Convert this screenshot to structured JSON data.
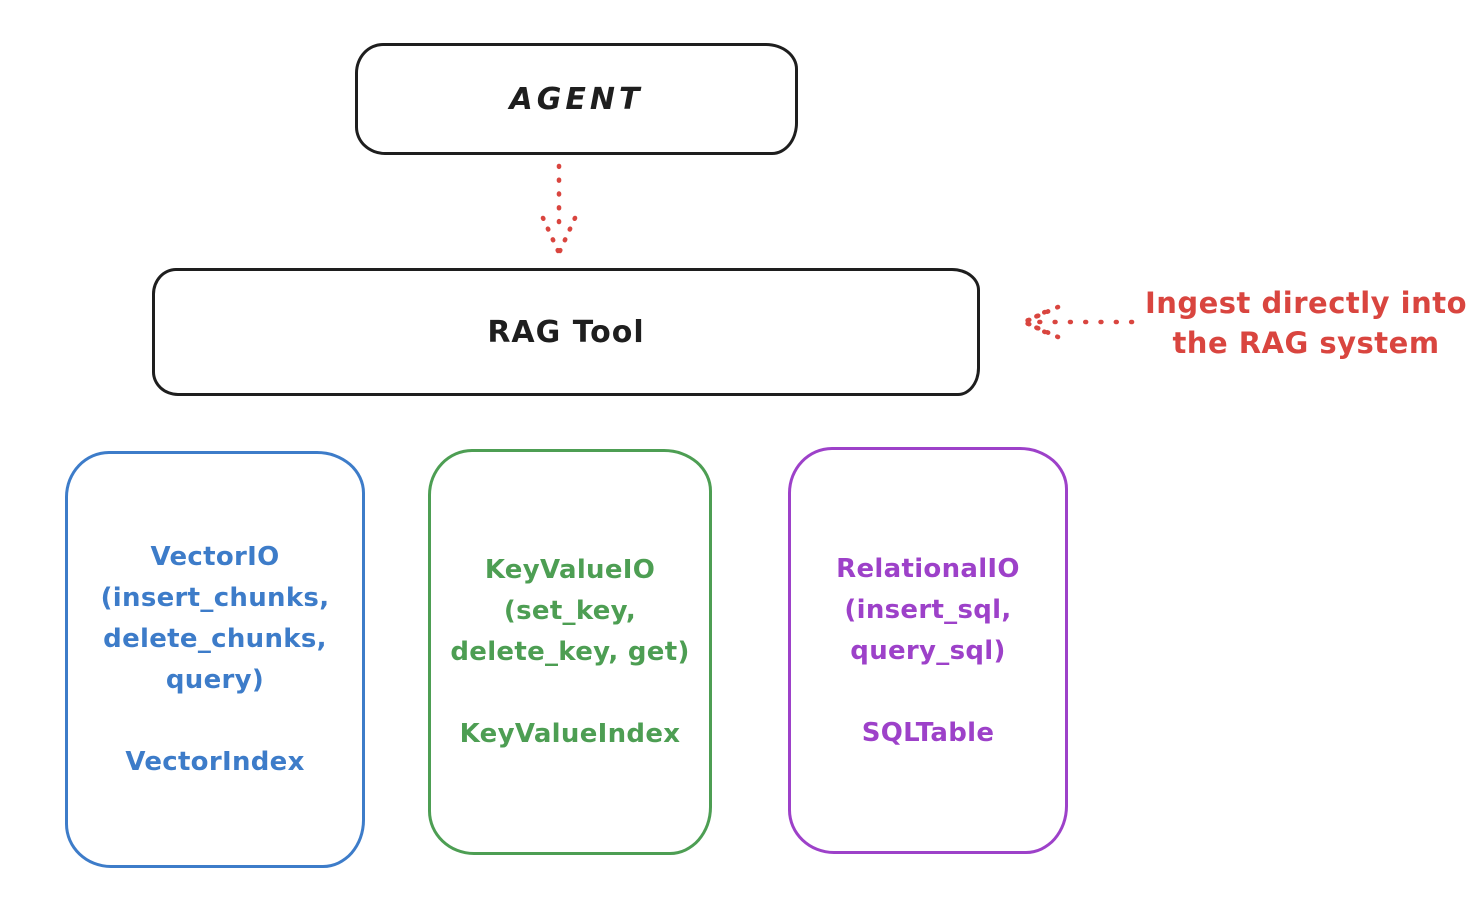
{
  "diagram": {
    "agent": {
      "label": "AGENT"
    },
    "rag_tool": {
      "label": "RAG Tool"
    },
    "annotation": {
      "lines": [
        "Ingest directly into",
        "the RAG system"
      ],
      "color": "#d9453f"
    },
    "stores": [
      {
        "id": "vector-io",
        "color": "#3d7cc9",
        "lines": [
          "VectorIO",
          "(insert_chunks,",
          "delete_chunks,",
          "query)",
          "",
          "VectorIndex"
        ]
      },
      {
        "id": "keyvalue-io",
        "color": "#4d9e53",
        "lines": [
          "KeyValueIO",
          "(set_key,",
          "delete_key, get)",
          "",
          "KeyValueIndex"
        ]
      },
      {
        "id": "relational-io",
        "color": "#9d41c9",
        "lines": [
          "RelationalIO",
          "(insert_sql,",
          "query_sql)",
          "",
          "SQLTable"
        ]
      }
    ],
    "colors": {
      "ink": "#1e1e1e",
      "accent_red": "#d9453f"
    }
  }
}
